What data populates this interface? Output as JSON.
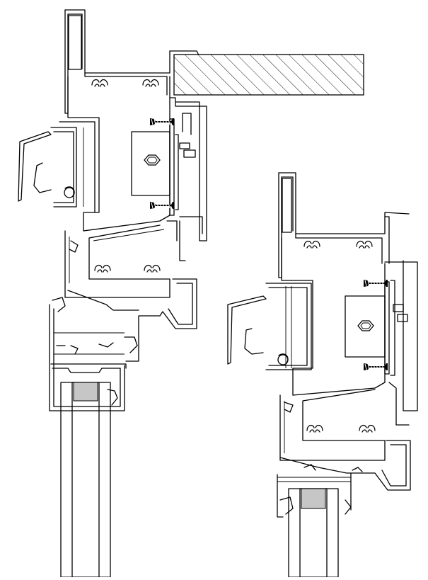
{
  "drawing": {
    "views": [
      {
        "name": "left-section",
        "components": [
          "outer-frame",
          "wall-block",
          "bracket",
          "screws",
          "sash",
          "glazing",
          "gasket"
        ]
      },
      {
        "name": "right-section",
        "components": [
          "outer-frame",
          "bracket",
          "screws",
          "sash",
          "glazing",
          "gasket"
        ]
      }
    ],
    "colors": {
      "line": "#000000",
      "gasket_fill": "#c6c6c6",
      "background": "#ffffff",
      "hatch": "#000000"
    },
    "hatch_pattern": "diagonal-45"
  }
}
